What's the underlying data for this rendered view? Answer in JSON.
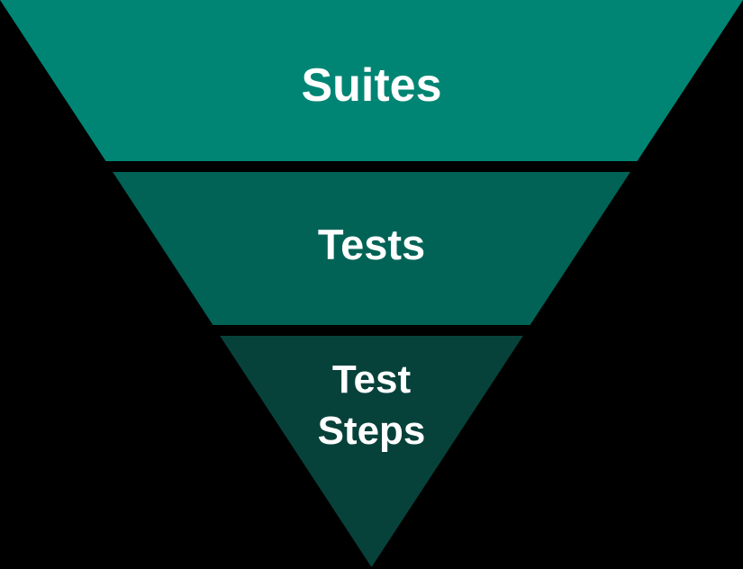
{
  "diagram": {
    "type": "inverted-pyramid",
    "background": "#000000",
    "text_color": "#ffffff",
    "levels": [
      {
        "label": "Suites",
        "color": "#008574"
      },
      {
        "label": "Tests",
        "color": "#006356"
      },
      {
        "label": "Test Steps",
        "lines": [
          "Test",
          "Steps"
        ],
        "color": "#07423A"
      }
    ]
  }
}
